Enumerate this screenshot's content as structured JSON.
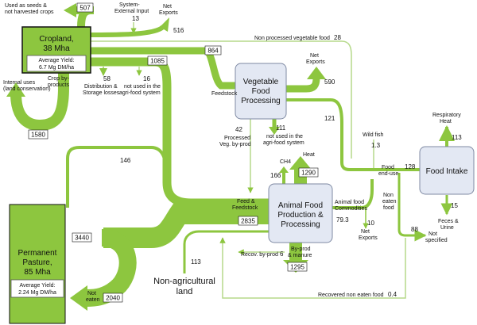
{
  "nodes": {
    "cropland": {
      "title_line1": "Cropland,",
      "title_line2": "38 Mha",
      "yield_label": "Average Yield:",
      "yield_value": "6.7 Mg DM/ha"
    },
    "pasture": {
      "title_line1": "Permanent",
      "title_line2": "Pasture,",
      "title_line3": "85 Mha",
      "yield_label": "Average Yield:",
      "yield_value": "2.24 Mg DM/ha"
    },
    "vegetable": {
      "line1": "Vegetable",
      "line2": "Food",
      "line3": "Processing"
    },
    "animal": {
      "line1": "Animal Food",
      "line2": "Production &",
      "line3": "Processing"
    },
    "intake": {
      "label": "Food Intake"
    },
    "non_agri": {
      "line1": "Non-agricultural",
      "line2": "land"
    }
  },
  "flows": {
    "seeds": {
      "value": "507",
      "label_line1": "Used as seeds &",
      "label_line2": "not harvested crops"
    },
    "system_input": {
      "value": "13",
      "label_line1": "System-",
      "label_line2": "External Input"
    },
    "crop_net_exports": {
      "value": "516",
      "label_line1": "Net",
      "label_line2": "Exports"
    },
    "non_processed_veg": {
      "value": "28",
      "label": "Non processed vegetable food"
    },
    "crop_to_veg": {
      "value": "864"
    },
    "crop_to_feed": {
      "value": "1085"
    },
    "distribution_losses": {
      "value": "58",
      "label_line1": "Distribution &",
      "label_line2": "Storage losses"
    },
    "not_used_agri": {
      "value": "16",
      "label_line1": "not used in the",
      "label_line2": "agri-food system"
    },
    "crop_byproducts": {
      "value": "1580",
      "label_line1": "Crop by-",
      "label_line2": "products"
    },
    "internal_uses": {
      "label_line1": "Internal uses",
      "label_line2": "(land conservation)"
    },
    "feedstock": {
      "label": "Feedstock"
    },
    "veg_net_exports": {
      "value": "590",
      "label_line1": "Net",
      "label_line2": "Exports"
    },
    "veg_byprod": {
      "value": "42",
      "label_line1": "Processed",
      "label_line2": "Veg. by-prod"
    },
    "veg_not_used": {
      "value": "111",
      "label_line1": "not used in the",
      "label_line2": "agri-food system"
    },
    "veg_to_intake": {
      "value": "121"
    },
    "wild_fish": {
      "value": "1.3",
      "label": "Wild fish"
    },
    "food_end_use": {
      "value": "128",
      "label_line1": "Food",
      "label_line2": "end-use"
    },
    "respiratory": {
      "value": "113",
      "label_line1": "Respiratory",
      "label_line2": "Heat"
    },
    "feces": {
      "value": "15",
      "label_line1": "Feces &",
      "label_line2": "Urine"
    },
    "non_eaten": {
      "value": "88",
      "label_line1": "Non",
      "label_line2": "eaten",
      "label_line3": "food"
    },
    "not_specified": {
      "label_line1": "Not",
      "label_line2": "specified"
    },
    "ch4": {
      "value": "166",
      "label": "CH4"
    },
    "heat": {
      "value": "1290",
      "label": "Heat"
    },
    "feed_feedstock": {
      "value": "2835",
      "label_line1": "Feed &",
      "label_line2": "Feedstock"
    },
    "animal_commodities": {
      "value": "79.3",
      "label_line1": "Animal food",
      "label_line2": "Commodities"
    },
    "animal_net_exports": {
      "value": "10",
      "label_line1": "Net",
      "label_line2": "Exports"
    },
    "pasture_to_feed": {
      "value": "146"
    },
    "pasture_grazed": {
      "value": "3440"
    },
    "not_eaten_pasture": {
      "value": "2040",
      "label_line1": "Not",
      "label_line2": "eaten"
    },
    "non_agri_input": {
      "value": "113"
    },
    "recov_byprod": {
      "value": "6",
      "label": "Recov. by-prod"
    },
    "manure": {
      "value": "1295",
      "label_line1": "By-prod",
      "label_line2": "& manure"
    },
    "recovered_non_eaten": {
      "value": "0.4",
      "label": "Recovered non eaten food"
    }
  },
  "colors": {
    "flow": "#8dc63f",
    "thin": "#b5d98a",
    "box_fill": "#e3e8f3",
    "box_stroke": "#7f8aa3",
    "dark": "#111111"
  }
}
